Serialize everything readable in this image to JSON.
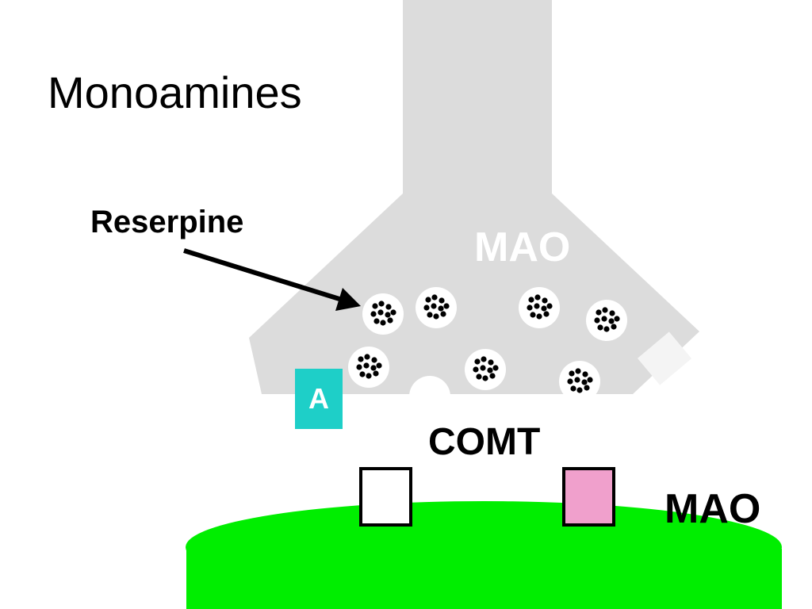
{
  "slide": {
    "title": "Monoamines",
    "labels": {
      "reserpine": "Reserpine",
      "mao_presynaptic": "MAO",
      "transporter": "A",
      "comt": "COMT",
      "mao_postsynaptic": "MAO"
    }
  },
  "colors": {
    "neuron": "#dcdcdc",
    "postsynaptic": "#00ee00",
    "transporter": "#1ecfc8",
    "comt_box": "#ffffff",
    "mao_box": "#f0a0cc",
    "arrow": "#000000"
  },
  "icons": {
    "vesicle": "vesicle-dots-icon",
    "arrow": "arrow-right-down-icon"
  }
}
